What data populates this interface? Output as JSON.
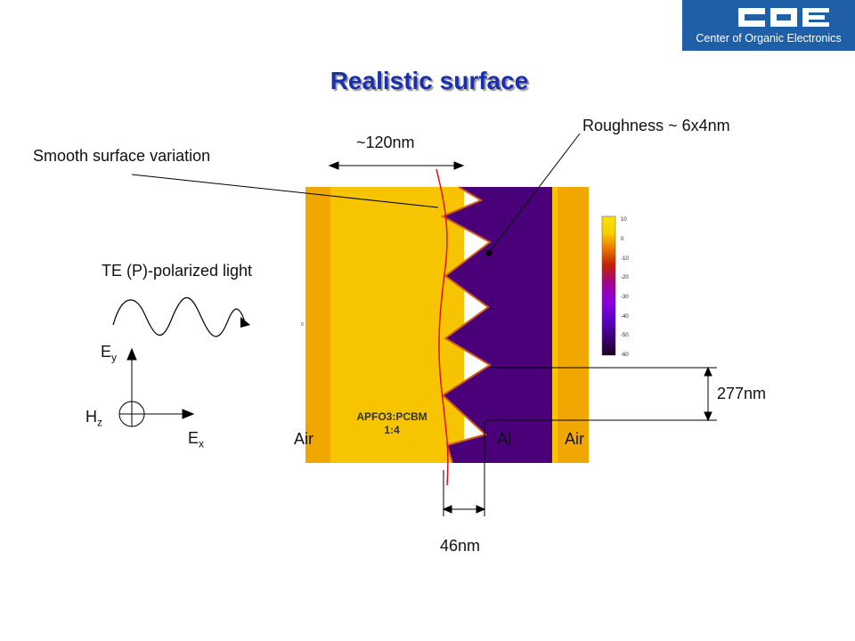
{
  "logo": {
    "brand": "COE",
    "subtitle": "Center of Organic Electronics"
  },
  "title": "Realistic surface",
  "annotations": {
    "width_scale": "~120nm",
    "smooth_variation": "Smooth surface variation",
    "roughness": "Roughness ~ 6x4nm",
    "polarization": "TE (P)-polarized light",
    "period": "277nm",
    "depth": "46nm"
  },
  "axes": {
    "ey": {
      "main": "E",
      "sub": "y"
    },
    "hz": {
      "main": "H",
      "sub": "z"
    },
    "ex": {
      "main": "E",
      "sub": "x"
    }
  },
  "layers": {
    "air_left": "Air",
    "active_line1": "APFO3:PCBM",
    "active_line2": "1:4",
    "metal": "Al",
    "air_right": "Air"
  },
  "colorbar": {
    "ticks": [
      "10",
      "0",
      "-10",
      "-20",
      "-30",
      "-40",
      "-50",
      "-60"
    ],
    "stray_label": "0"
  },
  "colors": {
    "title": "#1a2fb0",
    "logo_bg": "#1f5fa8",
    "air": "#f0a800",
    "polymer": "#f6c400",
    "aluminum": "#4a0078",
    "curve": "#e01010"
  }
}
